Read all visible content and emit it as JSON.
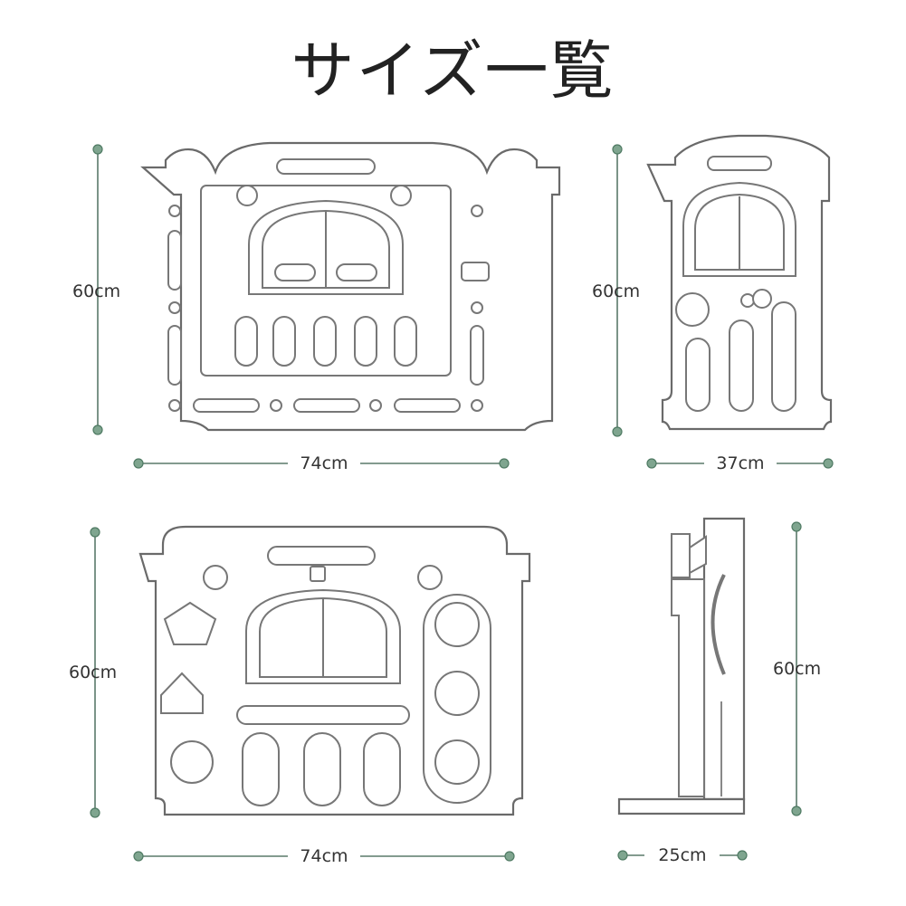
{
  "title": "サイズ一覧",
  "panels": {
    "door_panel": {
      "height_label": "60cm",
      "width_label": "74cm"
    },
    "narrow_panel": {
      "height_label": "60cm",
      "width_label": "37cm"
    },
    "play_panel": {
      "height_label": "60cm",
      "width_label": "74cm"
    },
    "side_view": {
      "height_label": "60cm",
      "depth_label": "25cm"
    }
  },
  "colors": {
    "line": "#6a6a6a",
    "dimension_dot": "#7fa58f"
  }
}
